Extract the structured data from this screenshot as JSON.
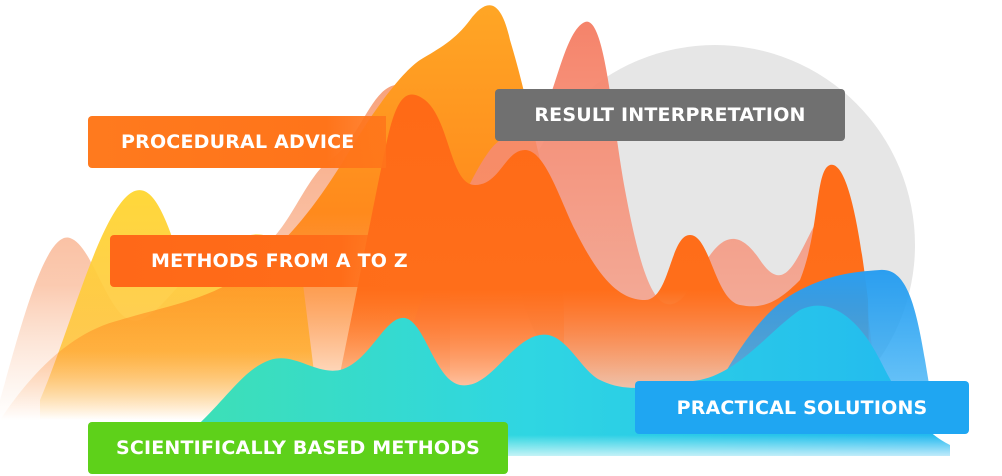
{
  "labels": {
    "procedural_advice": "PROCEDURAL  ADVICE",
    "result_interpretation": "RESULT INTERPRETATION",
    "methods_a_to_z": "METHODS FROM A TO Z",
    "practical_solutions": "PRACTICAL SOLUTIONS",
    "scientifically_based": "SCIENTIFICALLY BASED METHODS"
  },
  "colors": {
    "orange": "#ff6f1a",
    "amber": "#ffa21e",
    "yellow": "#ffd83a",
    "salmon": "#f58a6c",
    "gray": "#707070",
    "blue": "#1fa6f2",
    "cyan": "#2ed6e0",
    "green": "#5ed11a",
    "circle": "#e6e6e6"
  }
}
